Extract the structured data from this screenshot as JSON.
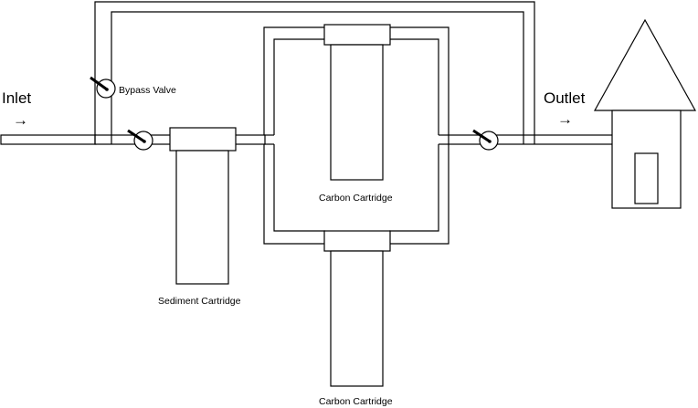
{
  "labels": {
    "inlet": "Inlet",
    "outlet": "Outlet",
    "bypass_valve": "Bypass Valve",
    "sediment_cartridge": "Sediment Cartridge",
    "carbon_cartridge_top": "Carbon Cartridge",
    "carbon_cartridge_bottom": "Carbon Cartridge"
  },
  "arrows": {
    "inlet_arrow": "→",
    "outlet_arrow": "→"
  },
  "colors": {
    "stroke": "#000000",
    "fill": "#ffffff"
  }
}
